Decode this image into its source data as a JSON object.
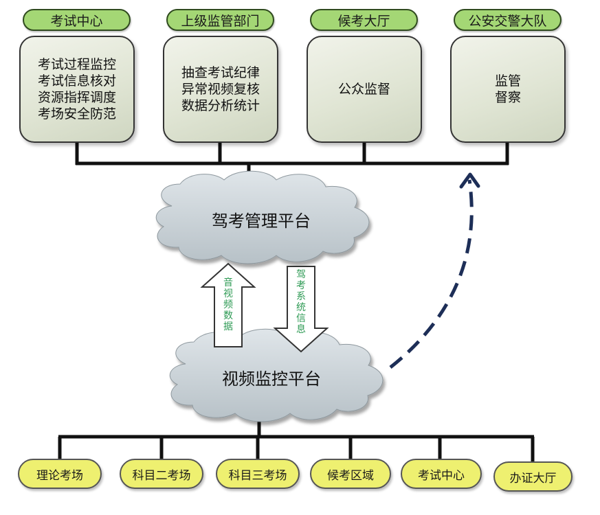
{
  "top_units": [
    {
      "header": "考试中心",
      "lines": [
        "考试过程监控",
        "考试信息核对",
        "资源指挥调度",
        "考场安全防范"
      ]
    },
    {
      "header": "上级监管部门",
      "lines": [
        "抽查考试纪律",
        "异常视频复核",
        "数据分析统计"
      ]
    },
    {
      "header": "候考大厅",
      "lines": [
        "公众监督"
      ]
    },
    {
      "header": "公安交警大队",
      "lines": [
        "监管",
        "督察"
      ]
    }
  ],
  "clouds": {
    "upper": "驾考管理平台",
    "lower": "视频监控平台"
  },
  "arrows": {
    "up_label": [
      "音",
      "视",
      "频",
      "数",
      "据"
    ],
    "down_label": [
      "驾",
      "考",
      "系",
      "统",
      "信",
      "息"
    ]
  },
  "bottom_units": [
    "理论考场",
    "科目二考场",
    "科目三考场",
    "候考区域",
    "考试中心",
    "办证大厅"
  ],
  "colors": {
    "header_green": "#a4d775",
    "box_gray_green": "#dfe4d3",
    "cloud_gray": "#c8d0d6",
    "bottom_yellow": "#eef070",
    "arrow_label_green": "#2e9a54",
    "dashed_arrow_navy": "#1d2e57",
    "connector_black": "#111111"
  }
}
